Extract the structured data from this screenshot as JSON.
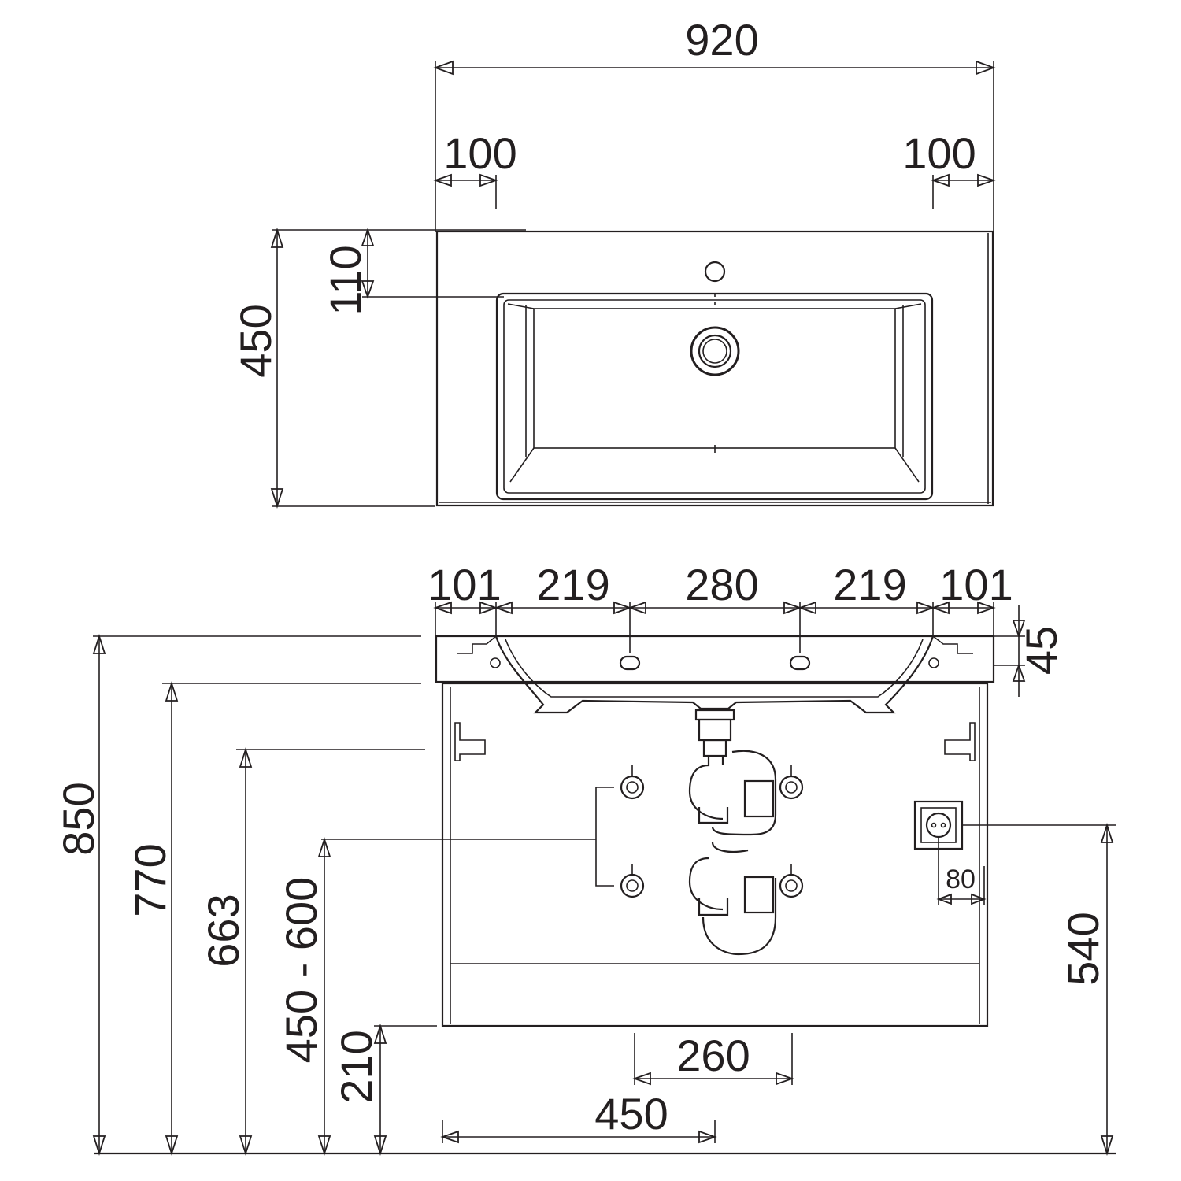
{
  "top_view": {
    "overall_width": "920",
    "left_margin": "100",
    "right_margin": "100",
    "depth": "450",
    "front_to_basin": "110"
  },
  "front_view": {
    "segments": [
      "101",
      "219",
      "280",
      "219",
      "101"
    ],
    "top_thickness": "45",
    "height_total": "850",
    "height_cabinet_top": "770",
    "height_inner": "663",
    "height_trap_range": "450 - 600",
    "height_bottom_clearance": "210",
    "socket_height": "540",
    "socket_offset": "80",
    "drain_span": "260",
    "drain_offset": "450"
  },
  "colors": {
    "line": "#231f20",
    "background": "#ffffff"
  }
}
